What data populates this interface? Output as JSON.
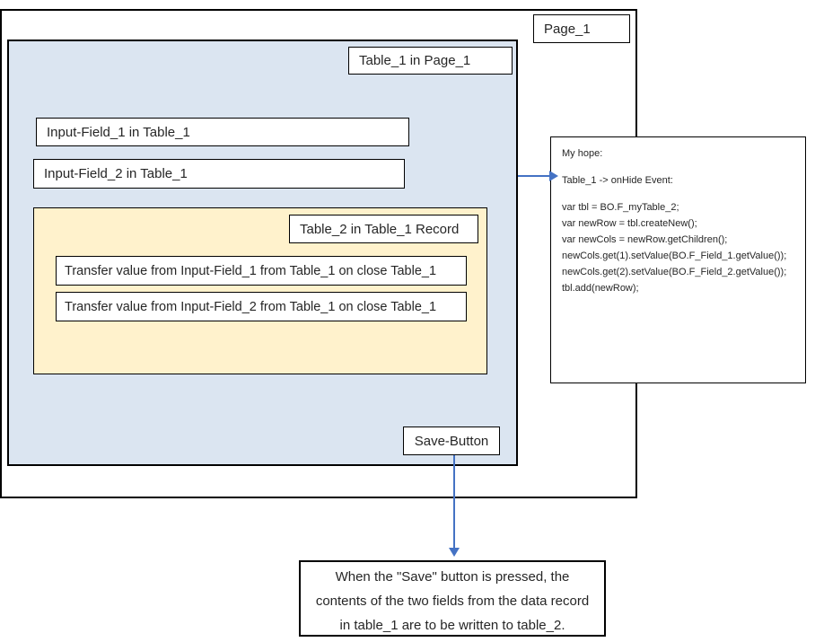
{
  "diagram": {
    "page": {
      "label": "Page_1"
    },
    "table1": {
      "label": "Table_1 in Page_1",
      "input_field_1": "Input-Field_1 in Table_1",
      "input_field_2": "Input-Field_2 in Table_1",
      "save_button": "Save-Button"
    },
    "table2": {
      "label": "Table_2 in Table_1 Record",
      "transfer_rows": [
        "Transfer value from Input-Field_1 from Table_1 on close Table_1",
        "Transfer value from Input-Field_2 from Table_1 on close Table_1"
      ]
    },
    "code_note": {
      "intro": "My hope:",
      "event": "Table_1 -> onHide Event:",
      "code_lines": [
        "var tbl = BO.F_myTable_2;",
        "var newRow = tbl.createNew();",
        "var newCols = newRow.getChildren();",
        "newCols.get(1).setValue(BO.F_Field_1.getValue());",
        "newCols.get(2).setValue(BO.F_Field_2.getValue());",
        "tbl.add(newRow);"
      ]
    },
    "bottom_note": {
      "lines": [
        "When the \"Save\" button is pressed, the",
        "contents of the two fields from the data record",
        "in table_1 are to be written to table_2."
      ]
    },
    "colors": {
      "table1_fill": "#dbe5f1",
      "table2_fill": "#fff2cc",
      "arrow": "#4472c4",
      "border": "#000000"
    }
  }
}
